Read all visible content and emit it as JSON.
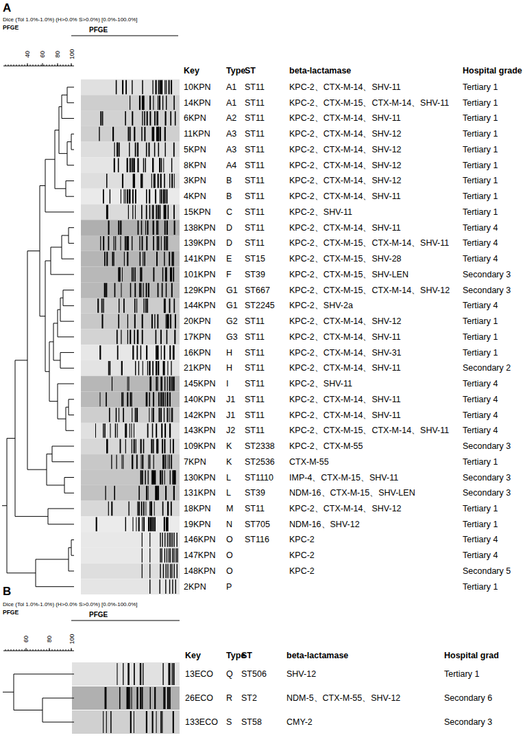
{
  "diagram": {
    "labels": [
      "A",
      "Dice (Tol 1.0%-1.0%) (H>0.0% S>0.0%) [0.0%-100.0%]",
      "PFGE",
      "PFGE",
      "40",
      "60",
      "80",
      "100",
      "Key",
      "Type",
      "ST",
      "beta-lactamase",
      "Hospital grade",
      "10KPN",
      "A1",
      "ST11",
      "KPC-2、CTX-M-14、SHV-11",
      "Tertiary 1",
      "14KPN",
      "A1",
      "ST11",
      "KPC-2、CTX-M-15、CTX-M-14、SHV-11",
      "Tertiary 1",
      "6KPN",
      "A2",
      "ST11",
      "KPC-2、CTX-M-14、SHV-11",
      "Tertiary 1",
      "11KPN",
      "A3",
      "ST11",
      "KPC-2、CTX-M-14、SHV-12",
      "Tertiary 1",
      "5KPN",
      "A3",
      "ST11",
      "KPC-2、CTX-M-14、SHV-12",
      "Tertiary 1",
      "8KPN",
      "A4",
      "ST11",
      "KPC-2、CTX-M-14、SHV-12",
      "Tertiary 1",
      "3KPN",
      "B",
      "ST11",
      "KPC-2、CTX-M-14、SHV-12",
      "Tertiary 1",
      "4KPN",
      "B",
      "ST11",
      "KPC-2、CTX-M-14、SHV-11",
      "Tertiary 1",
      "15KPN",
      "C",
      "ST11",
      "KPC-2、SHV-11",
      "Tertiary 1",
      "138KPN",
      "D",
      "ST11",
      "KPC-2、CTX-M-14、SHV-11",
      "Tertiary 4",
      "139KPN",
      "D",
      "ST11",
      "KPC-2、CTX-M-15、CTX-M-14、SHV-11",
      "Tertiary 4",
      "141KPN",
      "E",
      "ST15",
      "KPC-2、CTX-M-15、SHV-28",
      "Tertiary 4",
      "101KPN",
      "F",
      "ST39",
      "KPC-2、CTX-M-15、SHV-LEN",
      "Secondary 3",
      "129KPN",
      "G1",
      "ST667",
      "KPC-2、CTX-M-15、CTX-M-14、SHV-12",
      "Secondary 3",
      "144KPN",
      "G1",
      "ST2245",
      "KPC-2、SHV-2a",
      "Tertiary 4",
      "20KPN",
      "G2",
      "ST11",
      "KPC-2、CTX-M-14、SHV-12",
      "Tertiary 1",
      "17KPN",
      "G3",
      "ST11",
      "KPC-2、CTX-M-14、SHV-11",
      "Tertiary 1",
      "16KPN",
      "H",
      "ST11",
      "KPC-2、CTX-M-14、SHV-31",
      "Tertiary 1",
      "21KPN",
      "H",
      "ST11",
      "KPC-2、CTX-M-14、SHV-11",
      "Secondary 2",
      "145KPN",
      "I",
      "ST11",
      "KPC-2、SHV-11",
      "Tertiary 4",
      "140KPN",
      "J1",
      "ST11",
      "KPC-2、CTX-M-14、SHV-11",
      "Tertiary 4",
      "142KPN",
      "J1",
      "ST11",
      "KPC-2、CTX-M-14、SHV-11",
      "Tertiary 4",
      "143KPN",
      "J2",
      "ST11",
      "KPC-2、CTX-M-15、CTX-M-14、SHV-11",
      "Tertiary 4",
      "109KPN",
      "K",
      "ST2338",
      "KPC-2、CTX-M-55",
      "Secondary 3",
      "7KPN",
      "K",
      "ST2536",
      "CTX-M-55",
      "Tertiary 1",
      "130KPN",
      "L",
      "ST1110",
      "IMP-4、CTX-M-15、SHV-11",
      "Secondary 3",
      "131KPN",
      "L",
      "ST39",
      "NDM-16、CTX-M-15、SHV-LEN",
      "Secondary 3",
      "18KPN",
      "M",
      "ST11",
      "KPC-2、CTX-M-14、SHV-12",
      "Tertiary 1",
      "19KPN",
      "N",
      "ST705",
      "NDM-16、SHV-12",
      "Tertiary 1",
      "146KPN",
      "O",
      "ST116",
      "KPC-2",
      "Tertiary 4",
      "147KPN",
      "O",
      "KPC-2",
      "Tertiary 4",
      "148KPN",
      "O",
      "KPC-2",
      "Secondary 5",
      "2KPN",
      "P",
      "Tertiary 1",
      "B",
      "Dice (Tol 1.0%-1.0%) (H>0.0% S>0.0%) [0.0%-100.0%]",
      "PFGE",
      "PFGE",
      "60",
      "80",
      "100",
      "Key",
      "Type",
      "ST",
      "beta-lactamase",
      "Hospital grad",
      "13ECO",
      "Q",
      "ST506",
      "SHV-12",
      "Tertiary 1",
      "26ECO",
      "R",
      "ST2",
      "NDM-5、CTX-M-55、SHV-12",
      "Secondary 6",
      "133ECO",
      "S",
      "ST58",
      "CMY-2",
      "Secondary 3"
    ]
  }
}
